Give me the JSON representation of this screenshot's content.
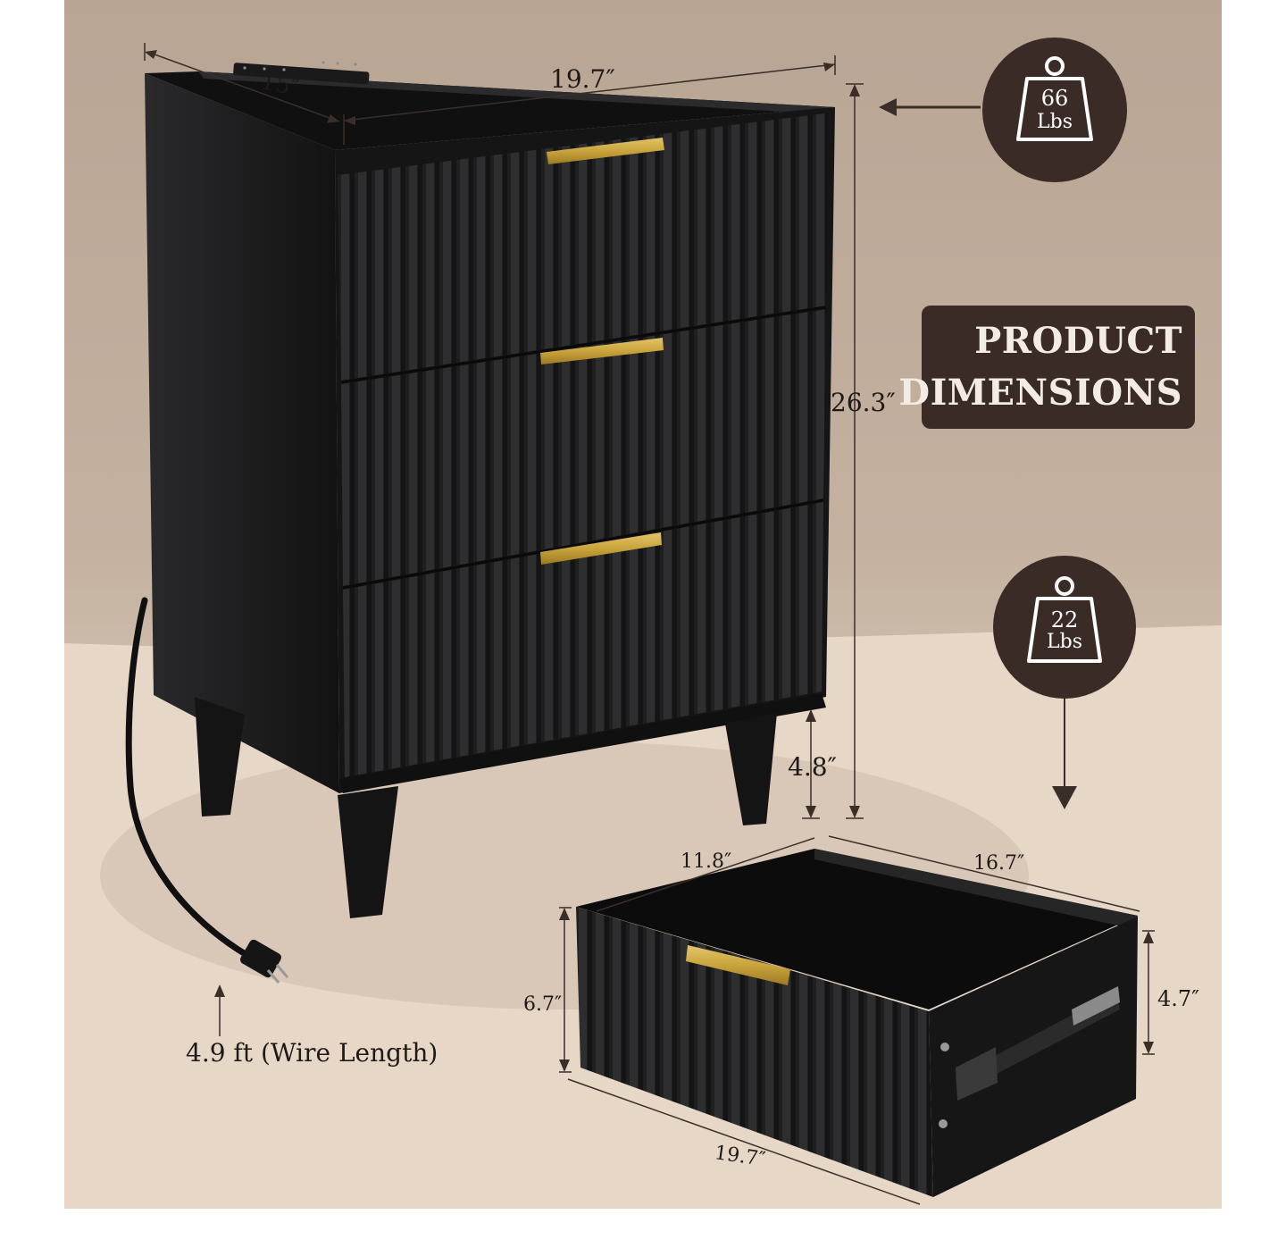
{
  "title": {
    "line1": "PRODUCT",
    "line2": "DIMENSIONS"
  },
  "nightstand_dims": {
    "depth": "15″",
    "width": "19.7″",
    "height": "26.3″",
    "leg_height": "4.8″"
  },
  "drawer_dims": {
    "depth": "11.8″",
    "inner_length": "16.7″",
    "front_height": "6.7″",
    "side_height": "4.7″",
    "width": "19.7″"
  },
  "top_load": {
    "value": "66",
    "unit": "Lbs"
  },
  "drawer_load": {
    "value": "22",
    "unit": "Lbs"
  },
  "wire": {
    "label": "4.9 ft (Wire Length)"
  },
  "colors": {
    "wall": "#c4b1a0",
    "floor": "#e8dacb",
    "cabinet": "#1c1c1d",
    "handle": "#c9a43d",
    "badge": "#3b2b27"
  }
}
